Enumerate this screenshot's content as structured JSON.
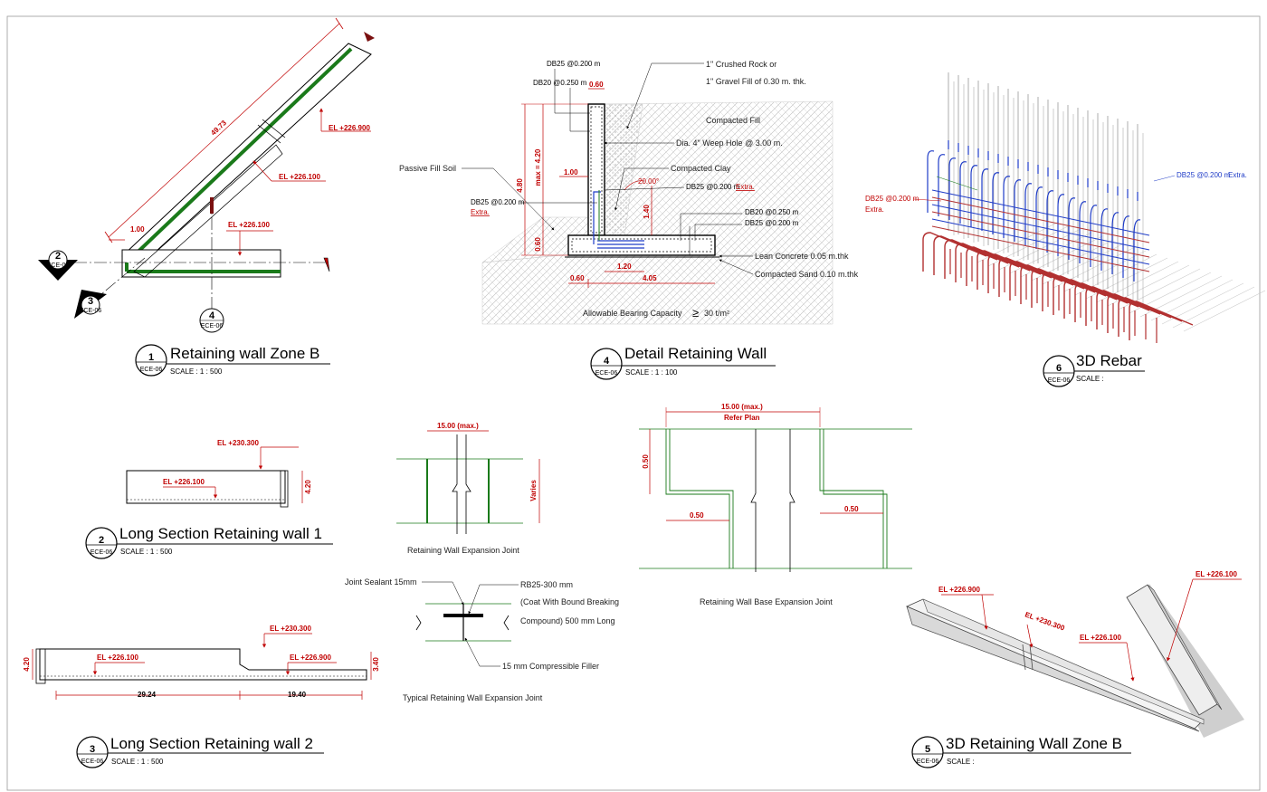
{
  "views": {
    "v1": {
      "number": "1",
      "ref": "ECE-06",
      "title": "Retaining wall Zone B",
      "scale": "SCALE :  1 : 500"
    },
    "v4": {
      "number": "4",
      "ref": "ECE-06",
      "title": "Detail Retaining Wall",
      "scale": "SCALE :  1 : 100"
    },
    "v6": {
      "number": "6",
      "ref": "ECE-06",
      "title": "3D Rebar",
      "scale": "SCALE :"
    },
    "v2": {
      "number": "2",
      "ref": "ECE-06",
      "title": "Long Section Retaining wall 1",
      "scale": "SCALE :  1 : 500"
    },
    "v3": {
      "number": "3",
      "ref": "ECE-06",
      "title": "Long Section Retaining wall 2",
      "scale": "SCALE :  1 : 500"
    },
    "v5": {
      "number": "5",
      "ref": "ECE-06",
      "title": "3D Retaining Wall Zone B",
      "scale": "SCALE :"
    }
  },
  "plan": {
    "length": "49.73",
    "offset": "1.00",
    "el1": "EL +226.900",
    "el2": "EL +226.100",
    "el3": "EL +226.100",
    "marker2": {
      "num": "2",
      "ref": "ECE-06"
    },
    "marker3": {
      "num": "3",
      "ref": "ECE-06"
    },
    "marker4": {
      "num": "4",
      "ref": "ECE-06"
    }
  },
  "detail": {
    "rebar_top1": "DB25 @0.200 m",
    "rebar_top2": "DB20 @0.250 m",
    "top_width": "0.60",
    "h_total": "4.80",
    "h_max": "max = 4.20",
    "toe_w": "1.00",
    "rebar_left": "DB25 @0.200 m",
    "extra": "Extra.",
    "base_h": "0.60",
    "h140": "1.40",
    "angle": "20.00°",
    "rebar_mid": "DB25 @0.200 m",
    "rebar_mid_extra": "Extra.",
    "rebar_b1": "DB20 @0.250 m",
    "rebar_b2": "DB25 @0.200 m",
    "dim120": "1.20",
    "dim060": "0.60",
    "dim405": "4.05",
    "gravel1": "1\" Crushed Rock or",
    "gravel2": "1\" Gravel Fill of 0.30 m. thk.",
    "fill": "Compacted Fill",
    "weep": "Dia. 4\" Weep Hole @ 3.00 m.",
    "clay": "Compacted Clay",
    "passive": "Passive Fill Soil",
    "lean": "Lean Concrete 0.05 m.thk",
    "sand": "Compacted Sand 0.10 m.thk",
    "bearing": "Allowable Bearing Capacity",
    "bearing_sym": "≥",
    "bearing_val": "30 t/m²"
  },
  "rebar3d": {
    "left": "DB25 @0.200 m",
    "left_extra": "Extra.",
    "right": "DB25 @0.200 m",
    "right_extra": "Extra."
  },
  "sec1": {
    "el_top": "EL +230.300",
    "el_bot": "EL +226.100",
    "h": "4.20"
  },
  "sec2": {
    "el_top": "EL +230.300",
    "el_left": "EL +226.100",
    "el_right": "EL +226.900",
    "h_left": "4.20",
    "h_right": "3.40",
    "len1": "29.24",
    "len2": "19.40"
  },
  "expjoint": {
    "width": "15.00 (max.)",
    "varies": "Varies",
    "caption": "Retaining Wall Expansion Joint"
  },
  "baseexp": {
    "width": "15.00 (max.)",
    "refer": "Refer Plan",
    "d1": "0.50",
    "d2": "0.50",
    "d3": "0.50",
    "caption": "Retaining Wall Base Expansion Joint"
  },
  "typjoint": {
    "sealant": "Joint Sealant 15mm",
    "rb": "RB25-300 mm",
    "coat1": "(Coat With Bound Breaking",
    "coat2": "Compound) 500 mm Long",
    "filler": "15 mm Compressible Filler",
    "caption": "Typical Retaining Wall Expansion Joint"
  },
  "wall3d": {
    "el1": "EL +226.900",
    "el2": "EL +230.300",
    "el3": "EL +226.100",
    "el4": "EL +226.100"
  },
  "colors": {
    "red": "#c00000",
    "green": "#1a7a1a",
    "blue": "#1f3cc7",
    "line": "#000000"
  }
}
